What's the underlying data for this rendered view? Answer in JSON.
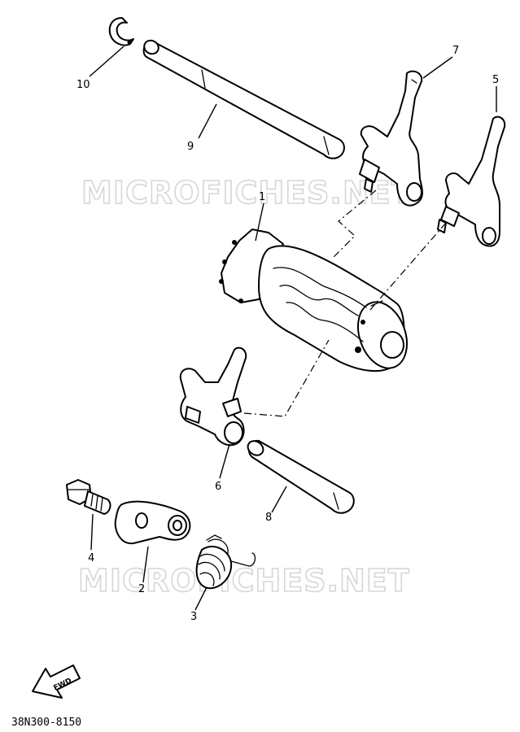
{
  "watermarks": [
    "MICROFICHES.NET",
    "MICROFICHES.NET"
  ],
  "part_labels": [
    "1",
    "2",
    "3",
    "4",
    "5",
    "6",
    "7",
    "8",
    "9",
    "10"
  ],
  "fwd_label": "FWD",
  "diagram_code": "38N300-8150"
}
